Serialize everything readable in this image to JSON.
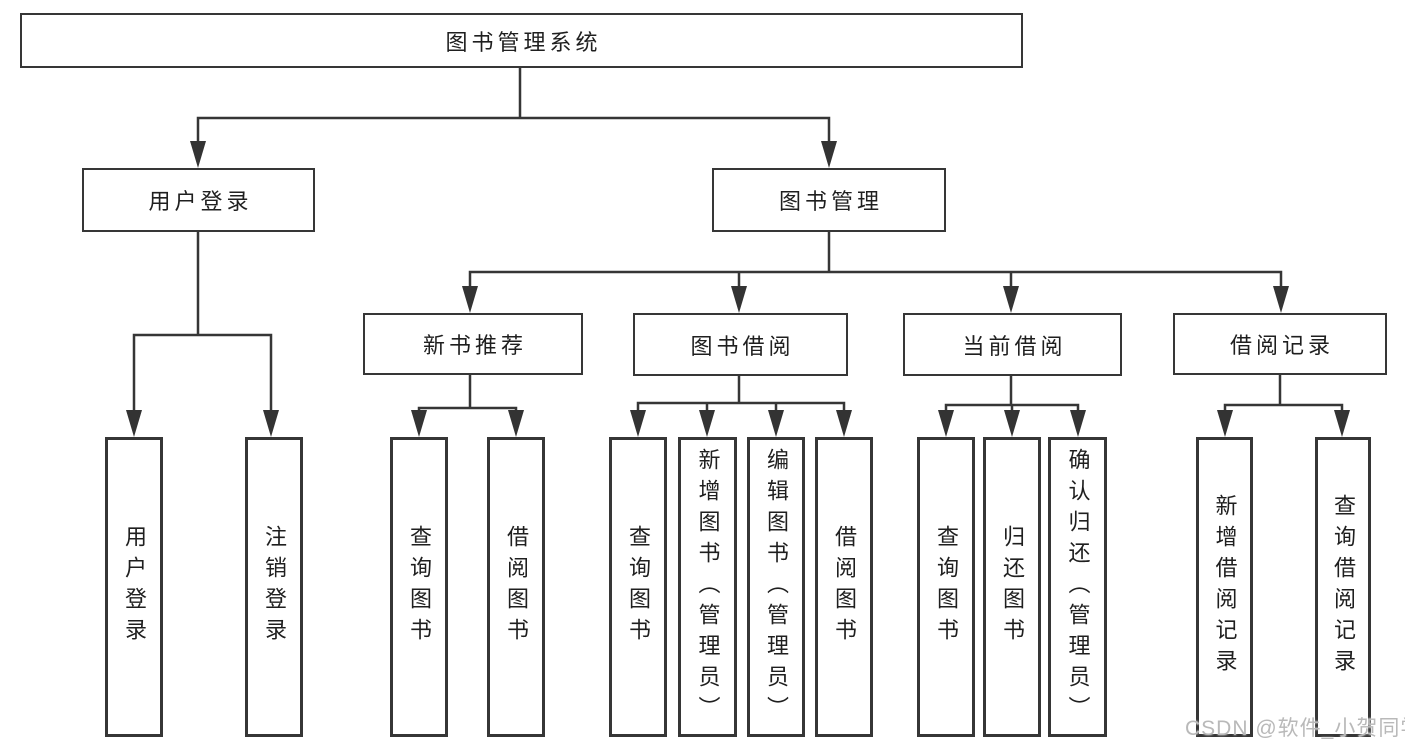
{
  "colors": {
    "line": "#363636",
    "text": "#1f1f1f",
    "box_background": "#ffffff",
    "page_background": "#ffffff",
    "watermark": "#b9b9b9"
  },
  "watermark": {
    "text": "CSDN @软件_小贺同学"
  },
  "tree": {
    "root": {
      "label": "图书管理系统",
      "children": [
        {
          "label": "用户登录",
          "children": [
            {
              "label": "用户登录"
            },
            {
              "label": "注销登录"
            }
          ]
        },
        {
          "label": "图书管理",
          "children": [
            {
              "label": "新书推荐",
              "children": [
                {
                  "label": "查询图书"
                },
                {
                  "label": "借阅图书"
                }
              ]
            },
            {
              "label": "图书借阅",
              "children": [
                {
                  "label": "查询图书"
                },
                {
                  "label": "新增图书（管理员）"
                },
                {
                  "label": "编辑图书（管理员）"
                },
                {
                  "label": "借阅图书"
                }
              ]
            },
            {
              "label": "当前借阅",
              "children": [
                {
                  "label": "查询图书"
                },
                {
                  "label": "归还图书"
                },
                {
                  "label": "确认归还（管理员）"
                }
              ]
            },
            {
              "label": "借阅记录",
              "children": [
                {
                  "label": "新增借阅记录"
                },
                {
                  "label": "查询借阅记录"
                }
              ]
            }
          ]
        }
      ]
    }
  }
}
